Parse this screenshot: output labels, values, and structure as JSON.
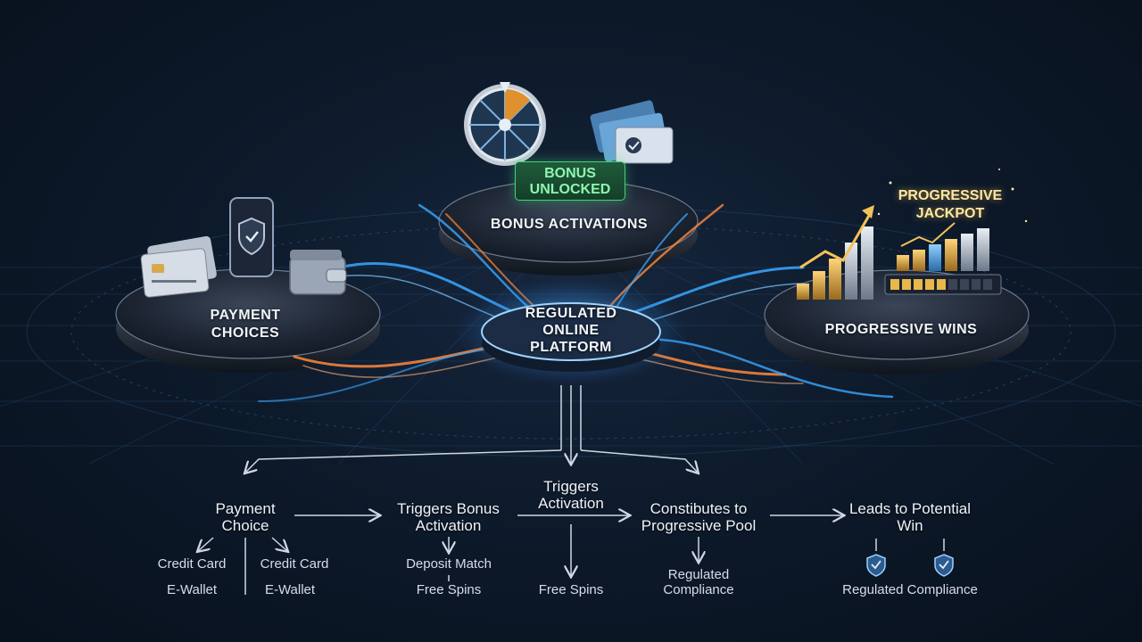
{
  "platforms": {
    "payment": "Payment Choices",
    "bonus": "Bonus Activations",
    "central": "Regulated Online Platform",
    "progressive": "Progressive Wins"
  },
  "badges": {
    "bonus_unlocked": "Bonus Unlocked",
    "progressive_jackpot": "Progressive Jackpot"
  },
  "flow": {
    "step1": "Payment Choice",
    "step2": "Triggers Bonus Activation",
    "step3": "Triggers Activation",
    "step4": "Constibutes to Progressive Pool",
    "step5": "Leads to Potential Win"
  },
  "details": {
    "credit_card_left": "Credit Card",
    "credit_card_right": "Credit Card",
    "ewallet_left": "E-Wallet",
    "ewallet_right": "E-Wallet",
    "deposit_match": "Deposit Match",
    "free_spins_left": "Free Spins",
    "free_spins_right": "Free Spins",
    "regulated_compliance_mid": "Regulated Compliance",
    "regulated_compliance_right": "Regulated Compliance"
  },
  "colors": {
    "blue_stream": "#3aa8ff",
    "orange_stream": "#ff8a3d",
    "badge_green": "#46d27a",
    "gold": "#e8b84a"
  },
  "icons": [
    "credit-card-icon",
    "phone-shield-icon",
    "wallet-icon",
    "prize-wheel-icon",
    "ticket-icon",
    "bar-chart-icon",
    "shield-check-icon"
  ]
}
